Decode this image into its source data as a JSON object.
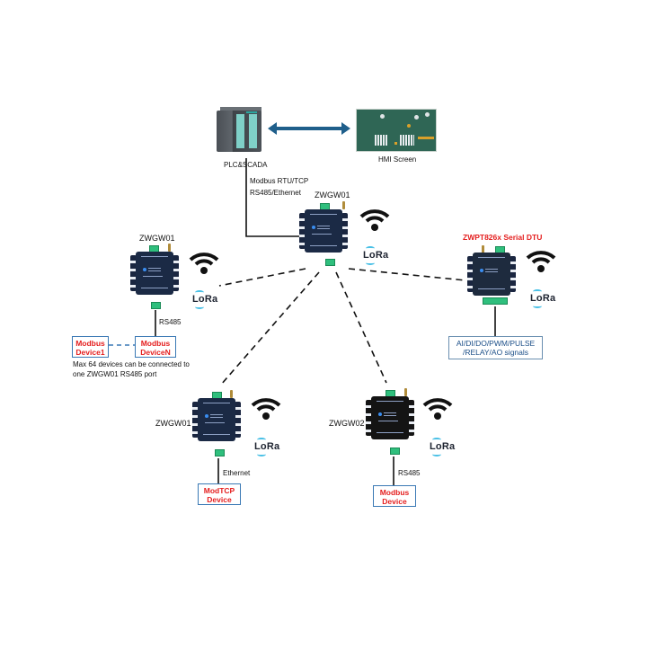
{
  "diagram": {
    "top": {
      "plc_label": "PLC&SCADA",
      "hmi_label": "HMI Screen",
      "link_label_line1": "Modbus RTU/TCP",
      "link_label_line2": "RS485/Ethernet"
    },
    "center_gateway": {
      "name": "ZWGW01",
      "wireless": [
        "wifi",
        "LoRa"
      ]
    },
    "left_gateway": {
      "name": "ZWGW01",
      "interface": "RS485",
      "devices": [
        "Modbus Device1",
        "Modbus DeviceN"
      ],
      "device1_line1": "Modbus",
      "device1_line2": "Device1",
      "deviceN_line1": "Modbus",
      "deviceN_line2": "DeviceN",
      "note_line1": "Max 64 devices can be connected to",
      "note_line2": "one ZWGW01 RS485 port"
    },
    "right_dtu": {
      "name": "ZWPT826x Serial DTU",
      "signals_line1": "AI/DI/DO/PWM/PULSE",
      "signals_line2": "/RELAY/AO signals"
    },
    "bottom_left_gateway": {
      "name": "ZWGW01",
      "interface": "Ethernet",
      "device_line1": "ModTCP",
      "device_line2": "Device"
    },
    "bottom_right_gateway": {
      "name": "ZWGW02",
      "interface": "RS485",
      "device_line1": "Modbus",
      "device_line2": "Device"
    },
    "lora_label": "LoRa",
    "colors": {
      "device_navy": "#1b2a45",
      "device_black": "#141414",
      "terminal_green": "#2fbf7d",
      "arrow_blue": "#1f5f8b",
      "red_text": "#e41e1e",
      "box_border": "#3a79b5"
    }
  }
}
